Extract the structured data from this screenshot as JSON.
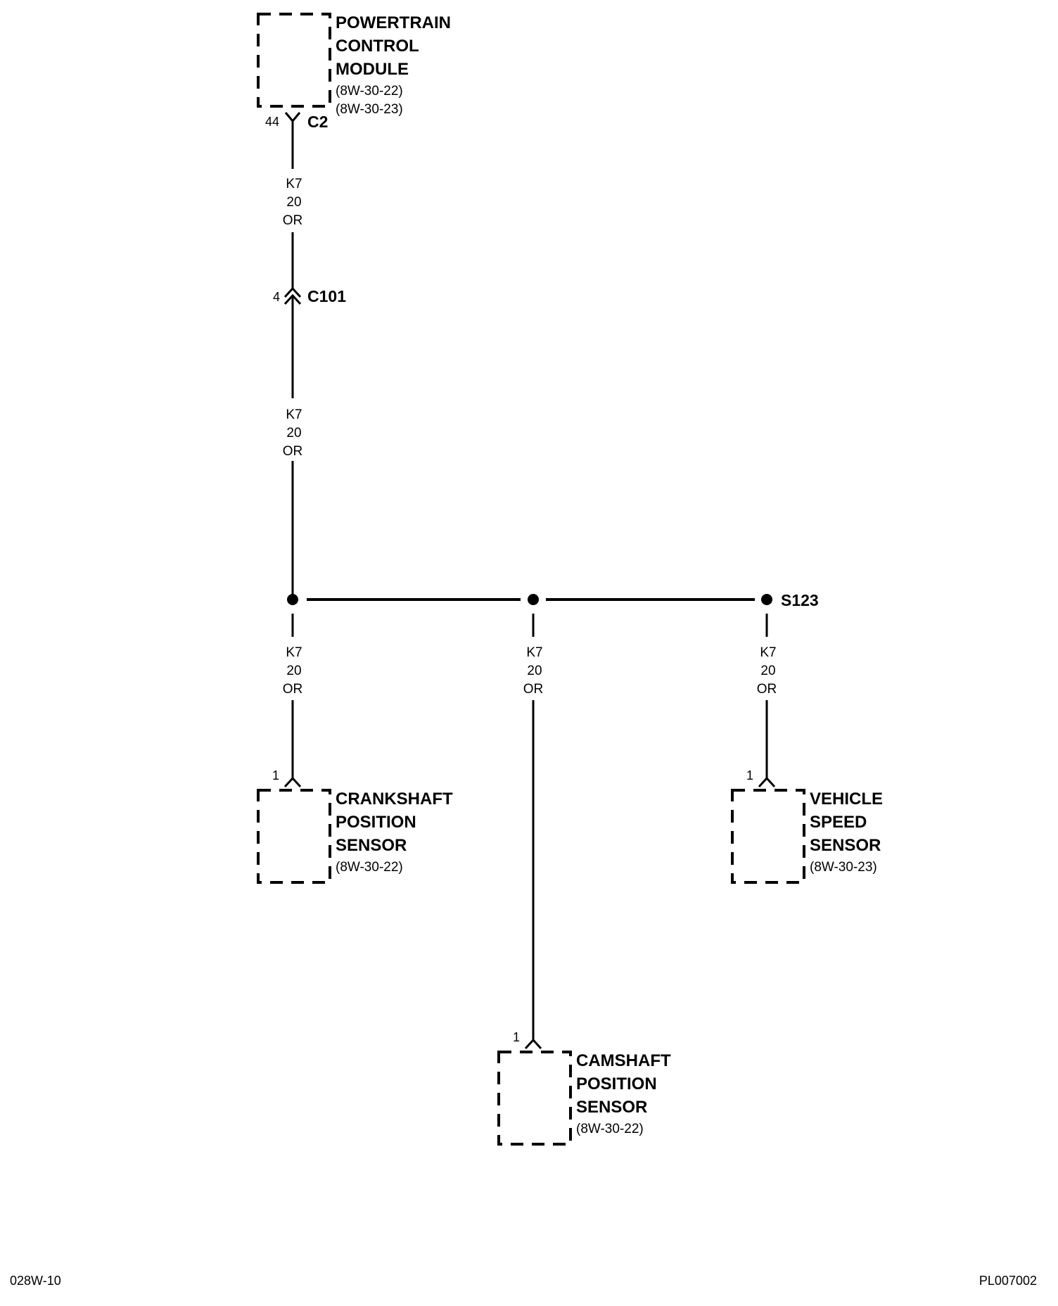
{
  "components": {
    "pcm": {
      "name": [
        "POWERTRAIN",
        "CONTROL",
        "MODULE"
      ],
      "refs": [
        "(8W-30-22)",
        "(8W-30-23)"
      ]
    },
    "crank": {
      "name": [
        "CRANKSHAFT",
        "POSITION",
        "SENSOR"
      ],
      "refs": [
        "(8W-30-22)"
      ]
    },
    "cam": {
      "name": [
        "CAMSHAFT",
        "POSITION",
        "SENSOR"
      ],
      "refs": [
        "(8W-30-22)"
      ]
    },
    "vss": {
      "name": [
        "VEHICLE",
        "SPEED",
        "SENSOR"
      ],
      "refs": [
        "(8W-30-23)"
      ]
    }
  },
  "connectors": {
    "c2": {
      "name": "C2",
      "pin": "44"
    },
    "c101": {
      "name": "C101",
      "pin": "4"
    },
    "crank_pin": "1",
    "cam_pin": "1",
    "vss_pin": "1"
  },
  "splice": "S123",
  "wire": {
    "circuit": "K7",
    "gauge": "20",
    "color": "OR"
  },
  "footer": {
    "left": "028W-10",
    "right": "PL007002"
  }
}
